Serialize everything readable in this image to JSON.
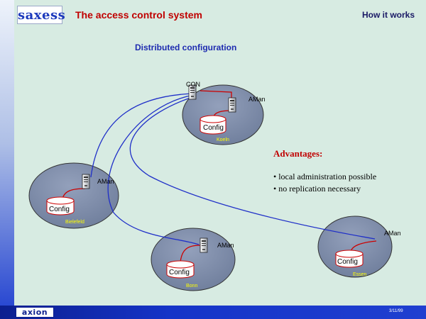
{
  "header": {
    "logo_text": "saxess",
    "title": "The access control system",
    "section": "How it works"
  },
  "subtitle": "Distributed configuration",
  "advantages": {
    "heading": "Advantages:",
    "items": [
      "local administration possible",
      "no replication necessary"
    ]
  },
  "nodes": {
    "koeln": {
      "server_label": "CON",
      "manager_label": "AMan",
      "config_label": "Config",
      "city": "Koeln"
    },
    "bielefeld": {
      "manager_label": "AMan",
      "config_label": "Config",
      "city": "Bielefeld"
    },
    "bonn": {
      "manager_label": "AMan",
      "config_label": "Config",
      "city": "Bonn"
    },
    "essen": {
      "manager_label": "AMan",
      "config_label": "Config",
      "city": "Essen"
    }
  },
  "footer": {
    "logo_text": "axion",
    "date": "3/11/99"
  },
  "colors": {
    "background": "#d7ebe2",
    "title_red": "#c00000",
    "subtitle_blue": "#1e2bb0",
    "circle_fill": "#7f8da8",
    "link_blue": "#1f2fc8",
    "link_red": "#cc0000",
    "city_yellow": "#ffff00"
  }
}
